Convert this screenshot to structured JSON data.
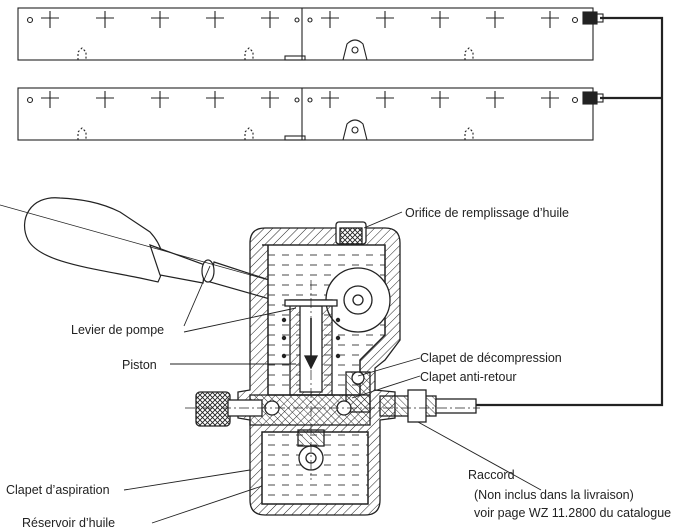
{
  "labels": {
    "filler": "Orifice de remplissage d’huile",
    "lever": "Levier de pompe",
    "piston": "Piston",
    "decomp": "Clapet de décompression",
    "check": "Clapet anti-retour",
    "suction": "Clapet d’aspiration",
    "fitting": "Raccord",
    "fitting_note": "(Non inclus dans la livraison)",
    "fitting_ref": "voir page WZ 11.2800 du catalogue",
    "reservoir": "Réservoir d’huile"
  }
}
